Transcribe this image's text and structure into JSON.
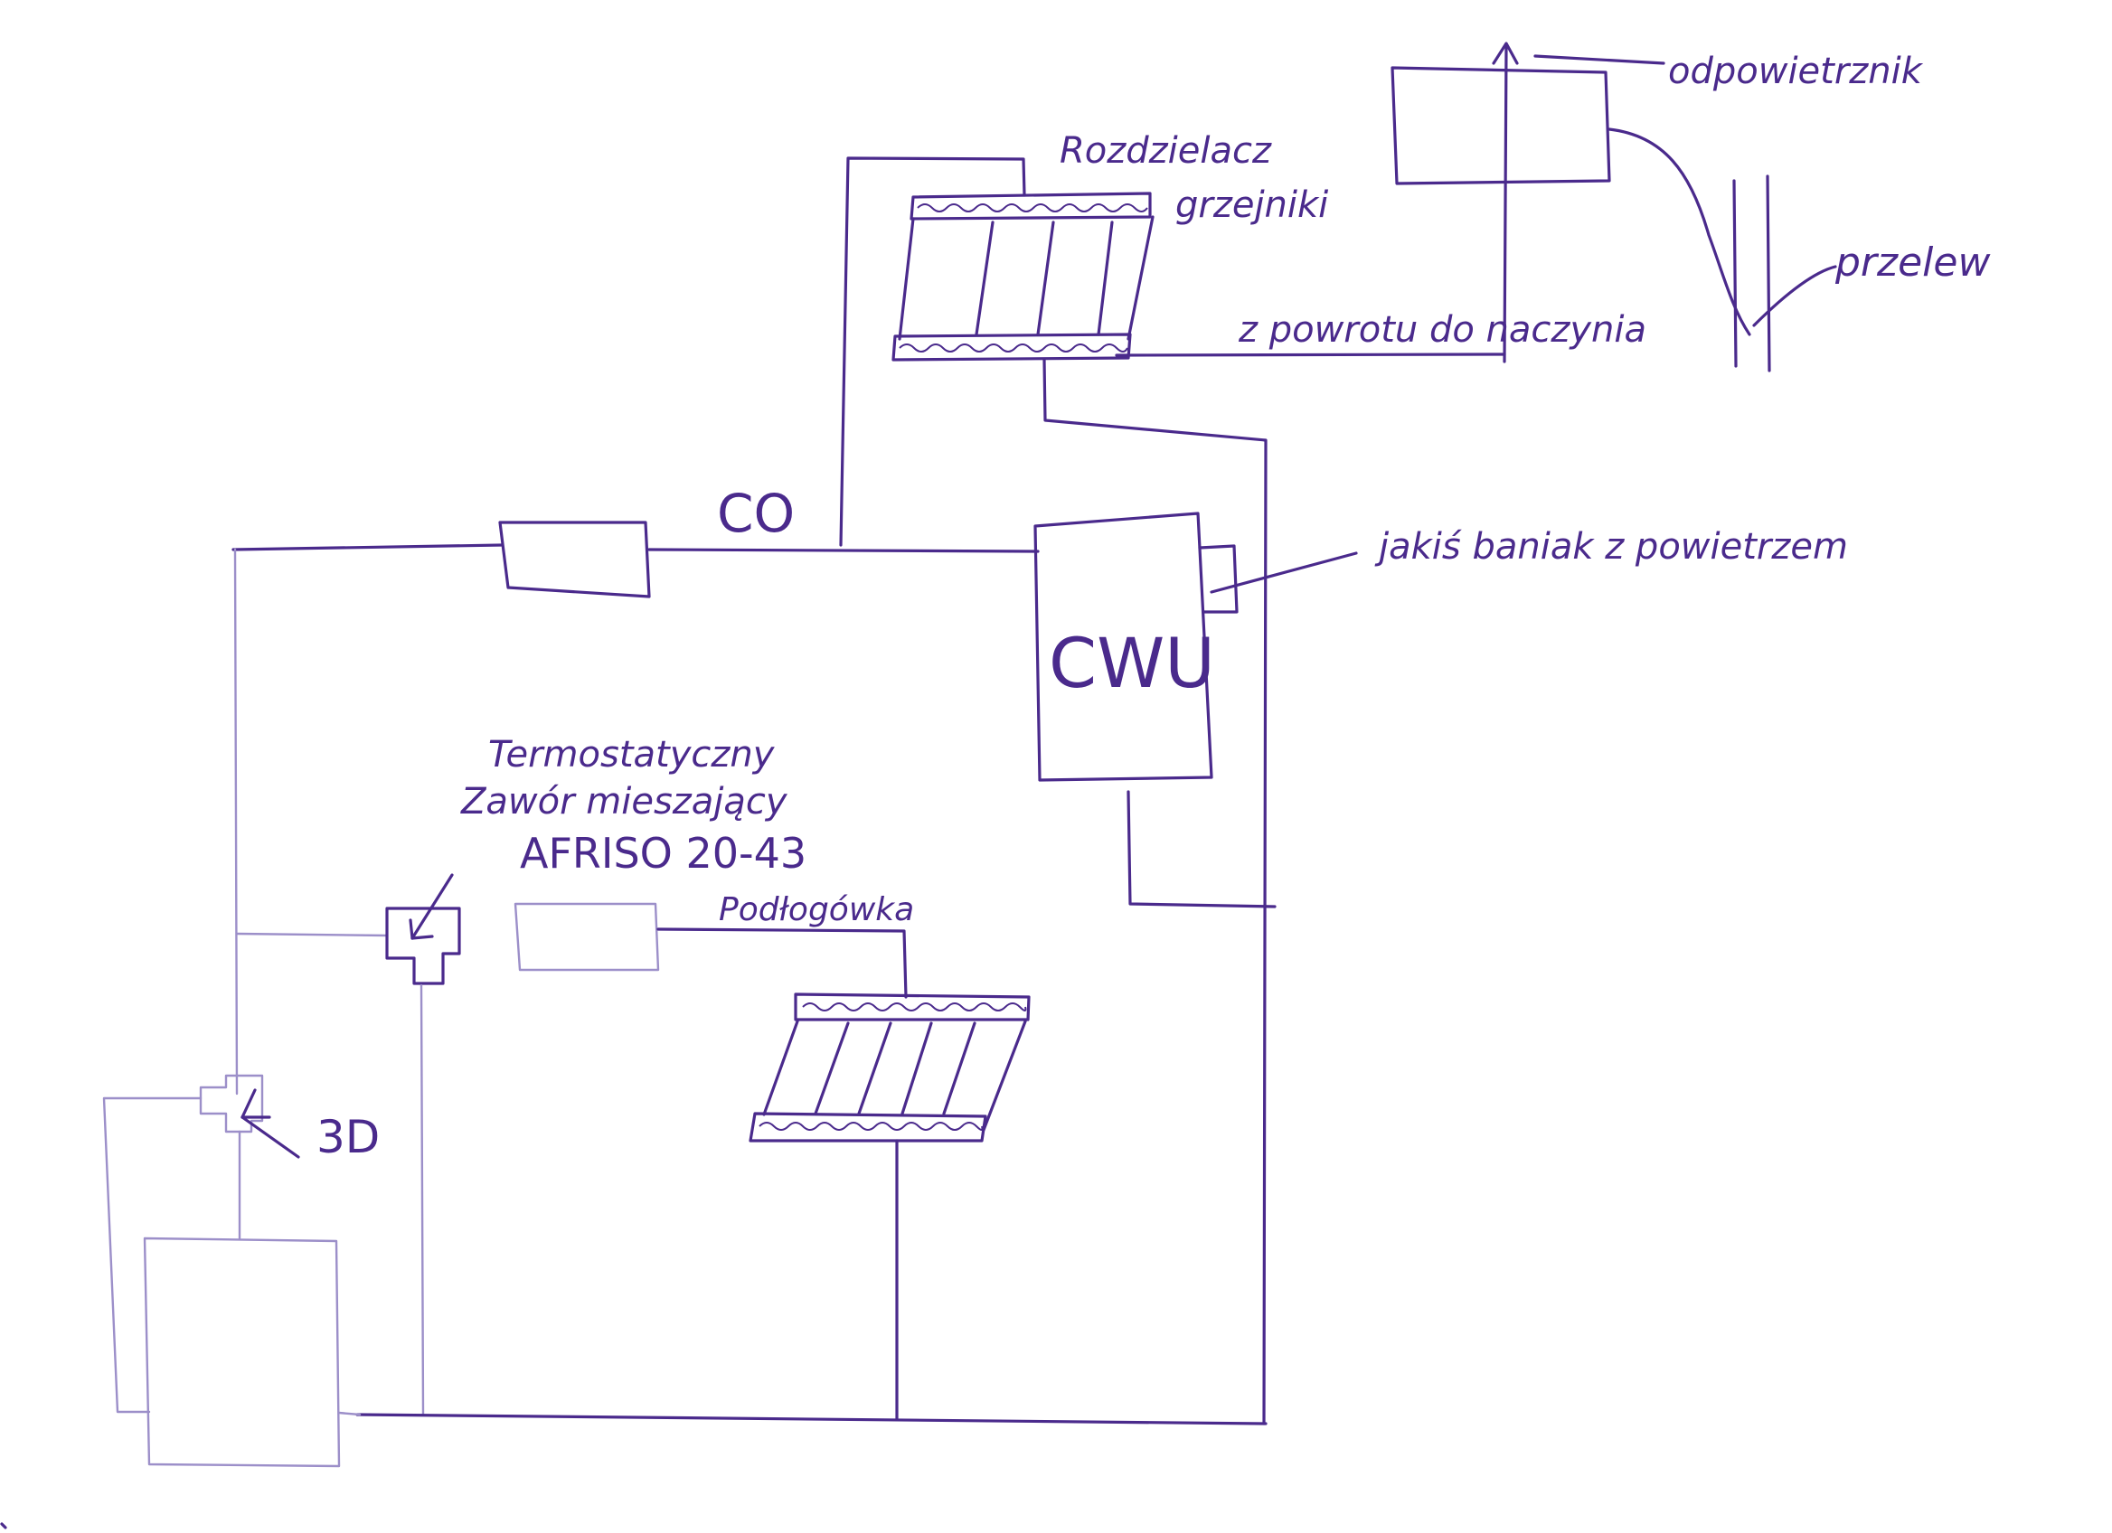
{
  "labels": {
    "odpowietrznik": "odpowietrznik",
    "rozdzielacz": "Rozdzielacz",
    "grzejniki": "grzejniki",
    "przelew": "przelew",
    "z_powrotu": "z powrotu do naczynia",
    "co": "CO",
    "jakis_baniak": "jakiś baniak z powietrzem",
    "cwu": "CWU",
    "termostatyczny": "Termostatyczny",
    "zawor_mieszajacy": "Zawór mieszający",
    "afriso": "AFRISO 20-43",
    "podlogowka": "Podłogówka",
    "three_d": "3D"
  },
  "colors": {
    "ink": "#4a2a8c",
    "ink_faint": "#9c8fc9",
    "paper": "#ffffff"
  }
}
